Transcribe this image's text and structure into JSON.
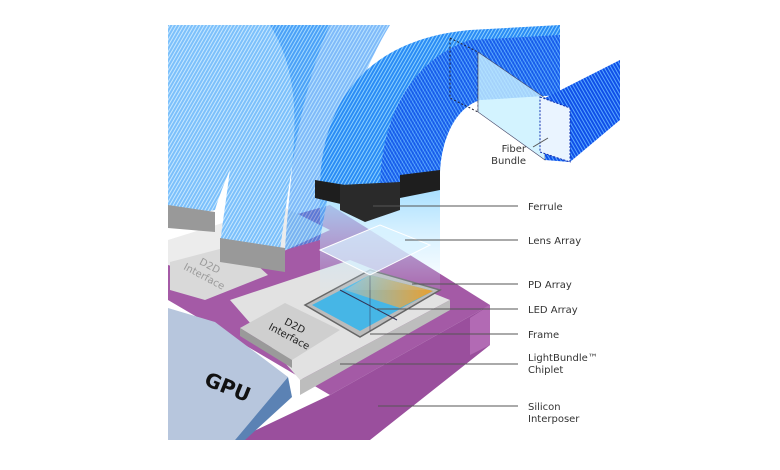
{
  "diagram": {
    "labels": {
      "fiber_bundle": [
        "Fiber",
        "Bundle"
      ],
      "ferrule": "Ferrule",
      "lens_array": "Lens Array",
      "pd_array": "PD Array",
      "led_array": "LED Array",
      "frame": "Frame",
      "chiplet": [
        "LightBundle™",
        "Chiplet"
      ],
      "interposer": [
        "Silicon",
        "Interposer"
      ]
    },
    "components": {
      "gpu": "GPU",
      "d2d_1": [
        "D2D",
        "Interface"
      ],
      "d2d_2": [
        "D2D",
        "Interface"
      ]
    },
    "colors": {
      "interposer": "#a45aa6",
      "gpu": "#b7c6dd",
      "fiber": "#1a7cf0",
      "ferrule": "#1e1e1e",
      "pd": "#e0a040",
      "led": "#46b6e6"
    }
  }
}
